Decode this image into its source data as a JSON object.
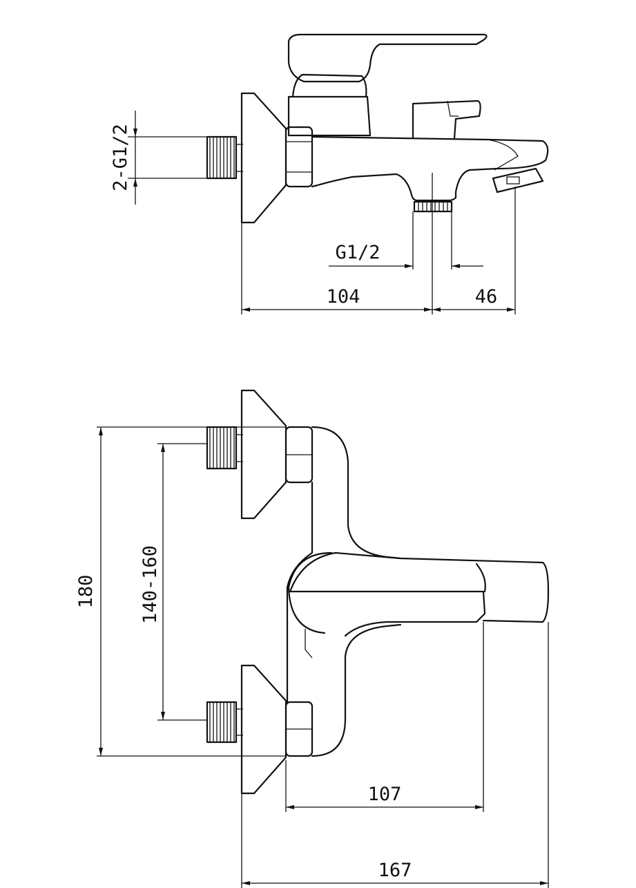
{
  "side_view": {
    "inlet_thread_label": "2-G1/2",
    "outlet_thread_label": "G1/2",
    "depth_dim": "104",
    "spout_offset_dim": "46"
  },
  "front_view": {
    "overall_height_dim": "180",
    "centers_range_dim": "140-160",
    "body_width_dim": "107",
    "total_width_dim": "167"
  }
}
